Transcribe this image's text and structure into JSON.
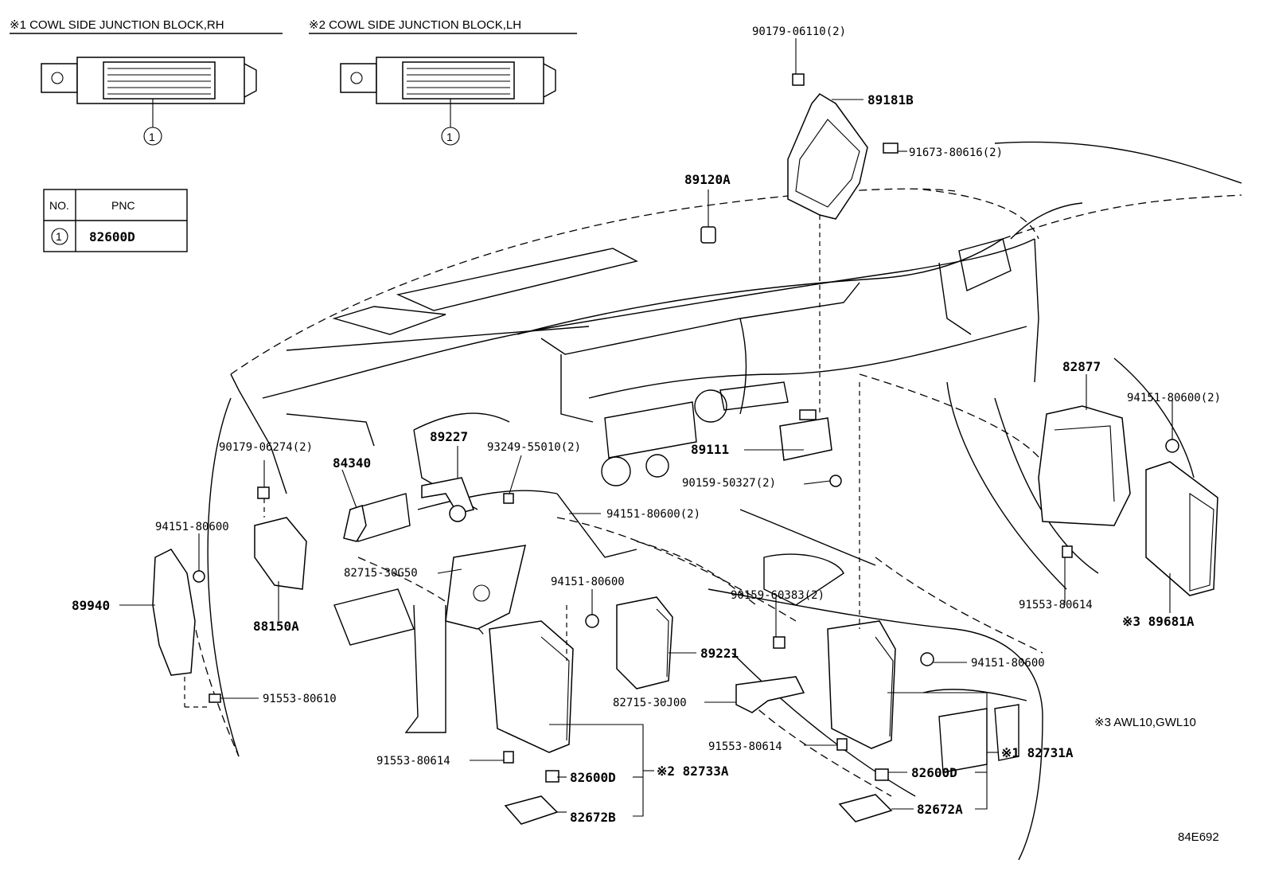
{
  "headers": {
    "rh": "※1 COWL SIDE JUNCTION BLOCK,RH",
    "lh": "※2 COWL SIDE JUNCTION BLOCK,LH"
  },
  "callout": "1",
  "table": {
    "col_no": "NO.",
    "col_pnc": "PNC",
    "row_no": "1",
    "row_pnc": "82600D"
  },
  "labels": {
    "p90179_06110": "90179-06110(2)",
    "p89181B": "89181B",
    "p91673_80616": "91673-80616(2)",
    "p89120A": "89120A",
    "p82877": "82877",
    "p94151_80600_2a": "94151-80600(2)",
    "p89227": "89227",
    "p93249_55010": "93249-55010(2)",
    "p89111": "89111",
    "p90179_06274": "90179-06274(2)",
    "p84340": "84340",
    "p90159_50327": "90159-50327(2)",
    "p94151_80600_2b": "94151-80600(2)",
    "p94151_80600_a": "94151-80600",
    "p82715_30G50": "82715-30G50",
    "p89940": "89940",
    "p88150A": "88150A",
    "p94151_80600_b": "94151-80600",
    "p90159_60383": "90159-60383(2)",
    "p91553_80614_r": "91553-80614",
    "p89681A": "※3 89681A",
    "p89221": "89221",
    "p94151_80600_c": "94151-80600",
    "p91553_80610": "91553-80610",
    "p82715_30J00": "82715-30J00",
    "note3": "※3 AWL10,GWL10",
    "p91553_80614_m": "91553-80614",
    "p82731A": "※1 82731A",
    "p91553_80614_l": "91553-80614",
    "p82600D_l": "82600D",
    "p82733A": "※2 82733A",
    "p82600D_r": "82600D",
    "p82672B": "82672B",
    "p82672A": "82672A",
    "fig_id": "84E692"
  }
}
